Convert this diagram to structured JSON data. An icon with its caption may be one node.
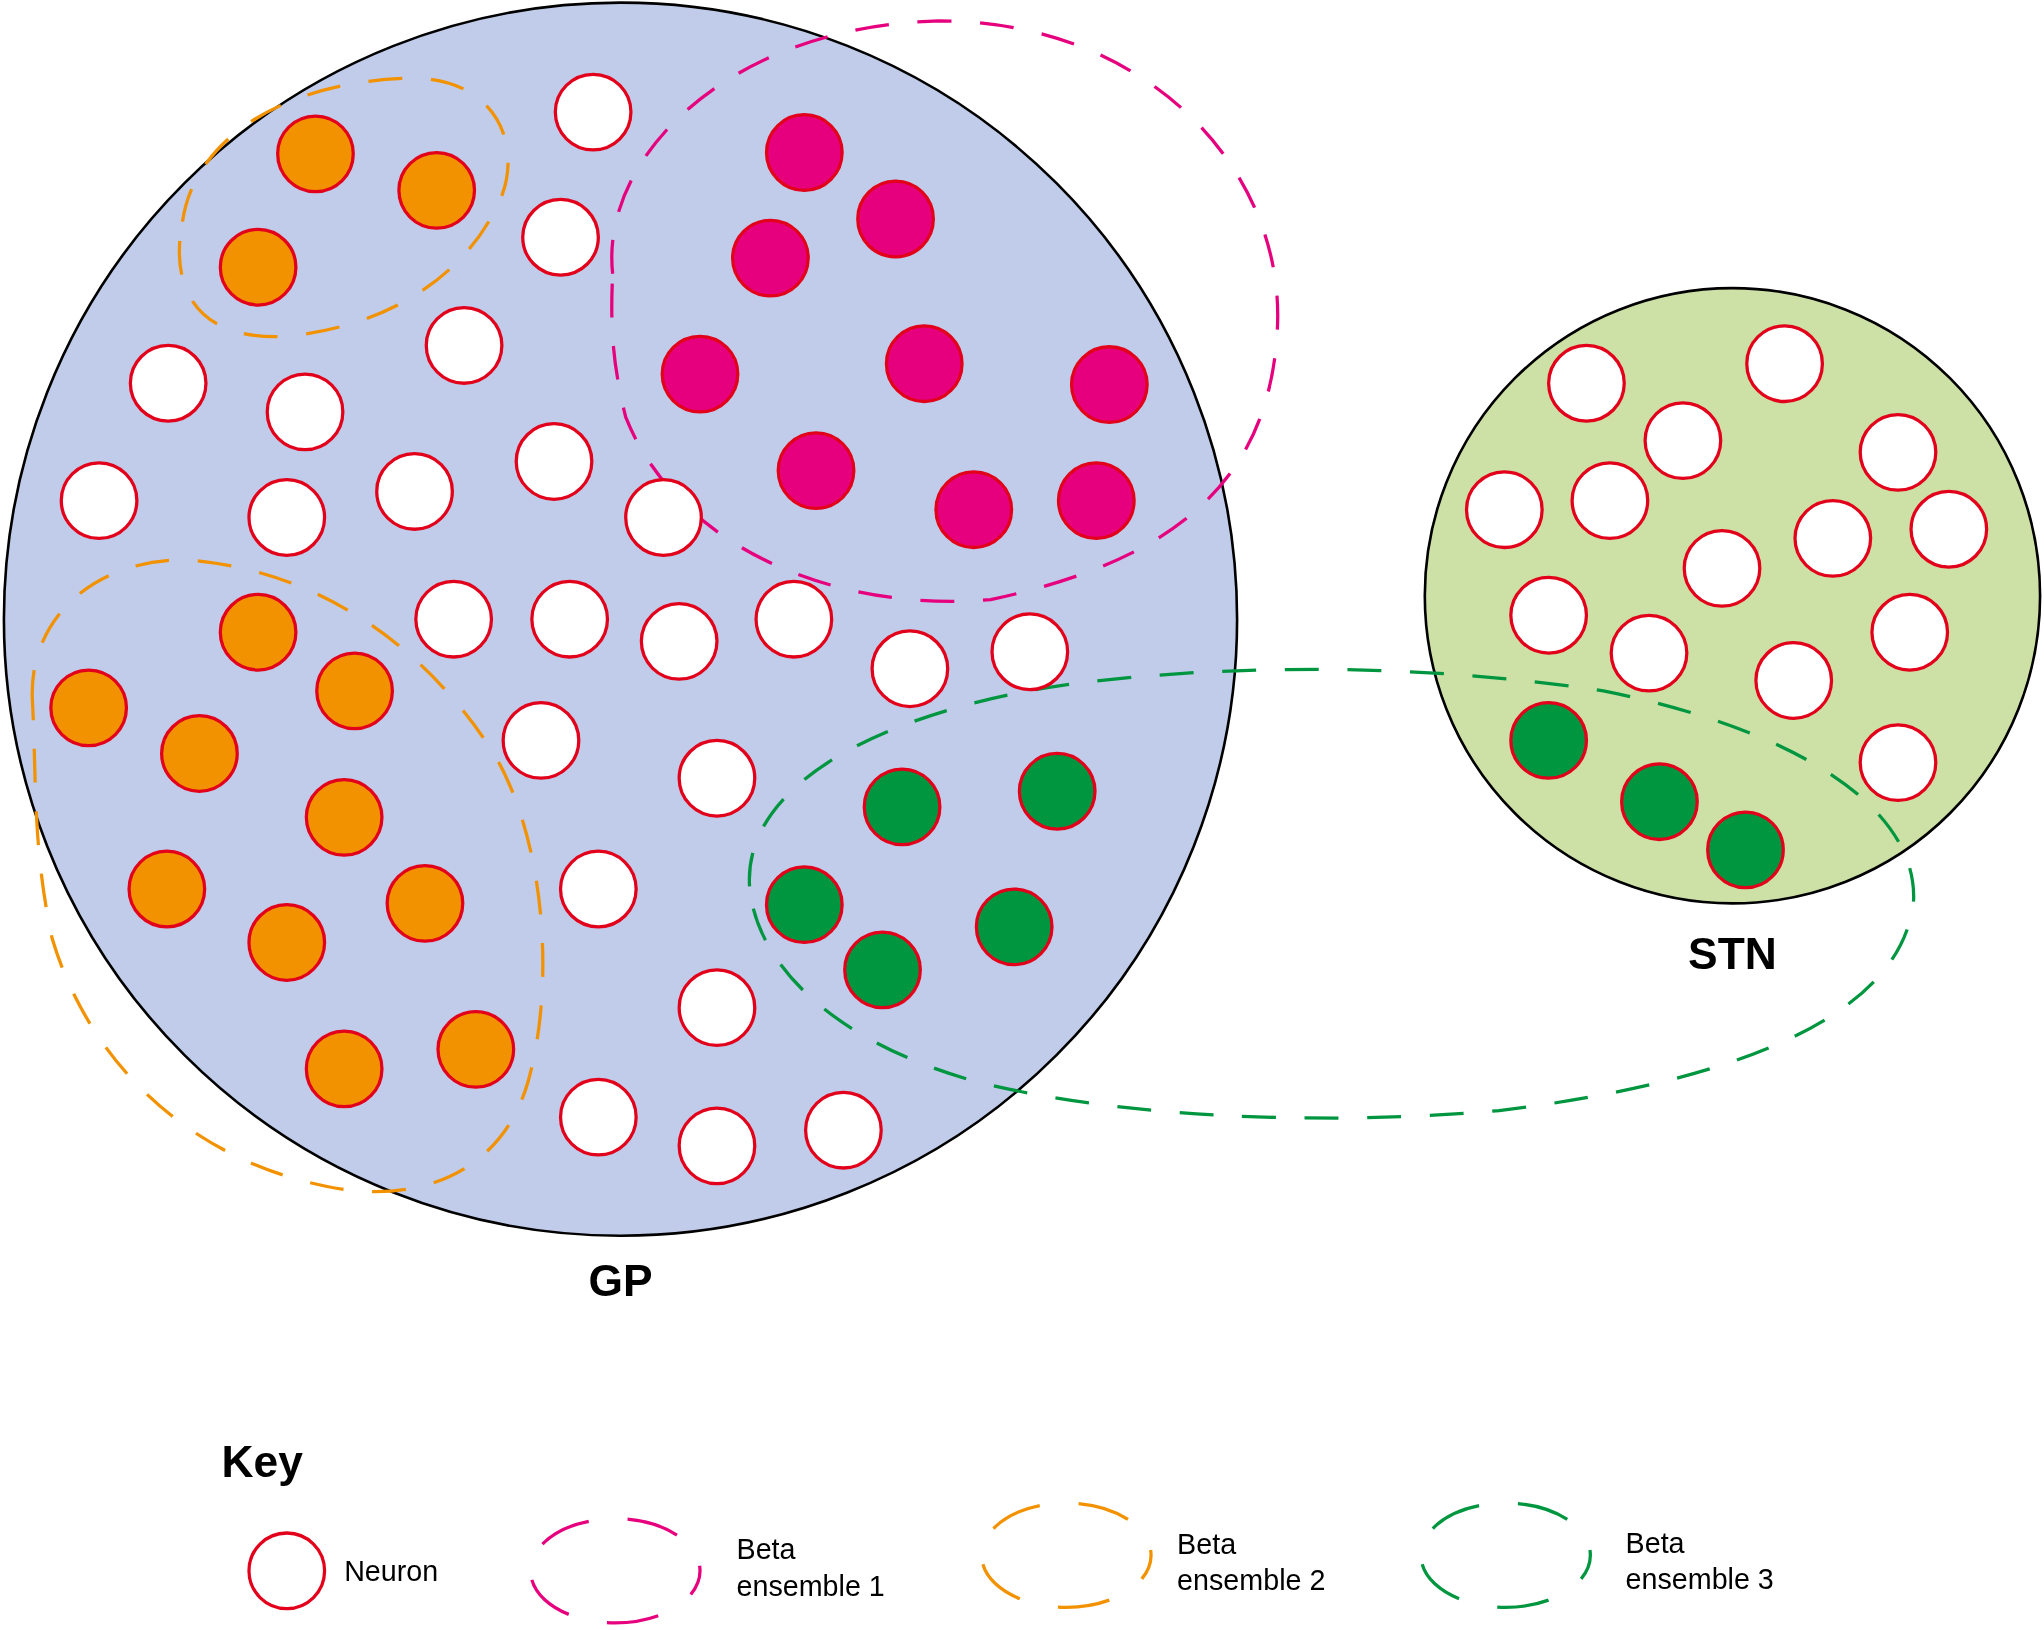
{
  "diagram": {
    "nodes": [
      {
        "text": [
          "GP"
        ]
      },
      {
        "text": [
          "STN"
        ]
      }
    ],
    "labels": [
      "Key"
    ],
    "legend": [
      {
        "text": "Neuron"
      },
      {
        "text": "Beta ensemble 1"
      },
      {
        "text": "Beta ensemble 2"
      },
      {
        "text": "Beta ensemble 3"
      }
    ]
  }
}
